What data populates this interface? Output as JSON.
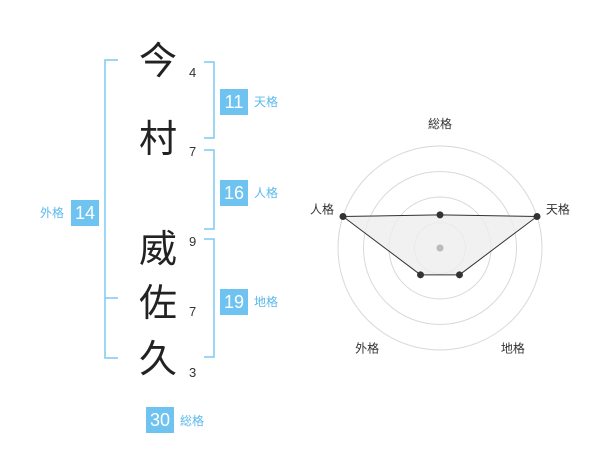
{
  "name": {
    "chars": [
      {
        "char": "今",
        "strokes": "4"
      },
      {
        "char": "村",
        "strokes": "7"
      },
      {
        "char": "威",
        "strokes": "9"
      },
      {
        "char": "佐",
        "strokes": "7"
      },
      {
        "char": "久",
        "strokes": "3"
      }
    ]
  },
  "kaku": {
    "tenkaku": {
      "value": "11",
      "label": "天格"
    },
    "jinkaku": {
      "value": "16",
      "label": "人格"
    },
    "chikaku": {
      "value": "19",
      "label": "地格"
    },
    "gaikaku": {
      "value": "14",
      "label": "外格"
    },
    "soukaku": {
      "value": "30",
      "label": "総格"
    }
  },
  "colors": {
    "accent": "#6ec3f0",
    "accent_text": "#5bb8ec",
    "grid": "#d9d9d9",
    "polygon_fill": "#eeeeee",
    "polygon_stroke": "#333333",
    "point": "#333333",
    "center": "#bbbbbb"
  },
  "chart_data": {
    "type": "radar",
    "categories": [
      "総格",
      "天格",
      "地格",
      "外格",
      "人格"
    ],
    "values": [
      1.3,
      4.0,
      1.3,
      1.3,
      4.0
    ],
    "rmax": 4,
    "rings": 4,
    "grid": true
  }
}
